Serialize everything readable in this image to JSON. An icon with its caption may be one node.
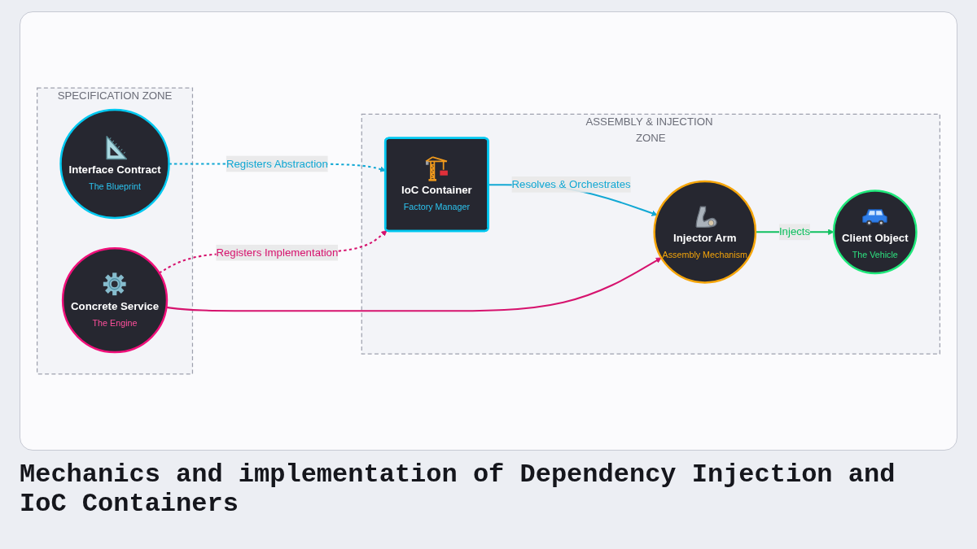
{
  "diagram": {
    "title": "Mechanics and implementation of Dependency Injection and IoC Containers",
    "nodes": [
      {
        "text": [
          "SPECIFICATION ZONE"
        ]
      },
      {
        "text": [
          "Interface Contract",
          "The Blueprint"
        ],
        "in": 0
      },
      {
        "text": [
          "Concrete Service",
          "The Engine"
        ],
        "in": 0
      },
      {
        "text": [
          "ASSEMBLY & INJECTION ZONE"
        ]
      },
      {
        "text": [
          "IoC Container",
          "Factory Manager"
        ],
        "in": 3
      },
      {
        "text": [
          "Injector Arm",
          "Assembly Mechanism"
        ],
        "in": 3
      },
      {
        "text": [
          "Client Object",
          "The Vehicle"
        ],
        "in": 3
      }
    ],
    "edges": [
      {
        "from": 1,
        "to": 4,
        "arrow": "to",
        "label": "Registers Abstraction",
        "style": "dashed",
        "color": "#12a8d4"
      },
      {
        "from": 2,
        "to": 4,
        "arrow": "to",
        "label": "Registers Implementation",
        "style": "dashed",
        "color": "#d6136e"
      },
      {
        "from": 2,
        "to": 5,
        "arrow": "to",
        "color": "#d6136e"
      },
      {
        "from": 4,
        "to": 5,
        "arrow": "to",
        "label": "Resolves & Orchestrates",
        "color": "#12a8d4"
      },
      {
        "from": 5,
        "to": 6,
        "arrow": "to",
        "label": "Injects",
        "color": "#10c060"
      }
    ]
  }
}
